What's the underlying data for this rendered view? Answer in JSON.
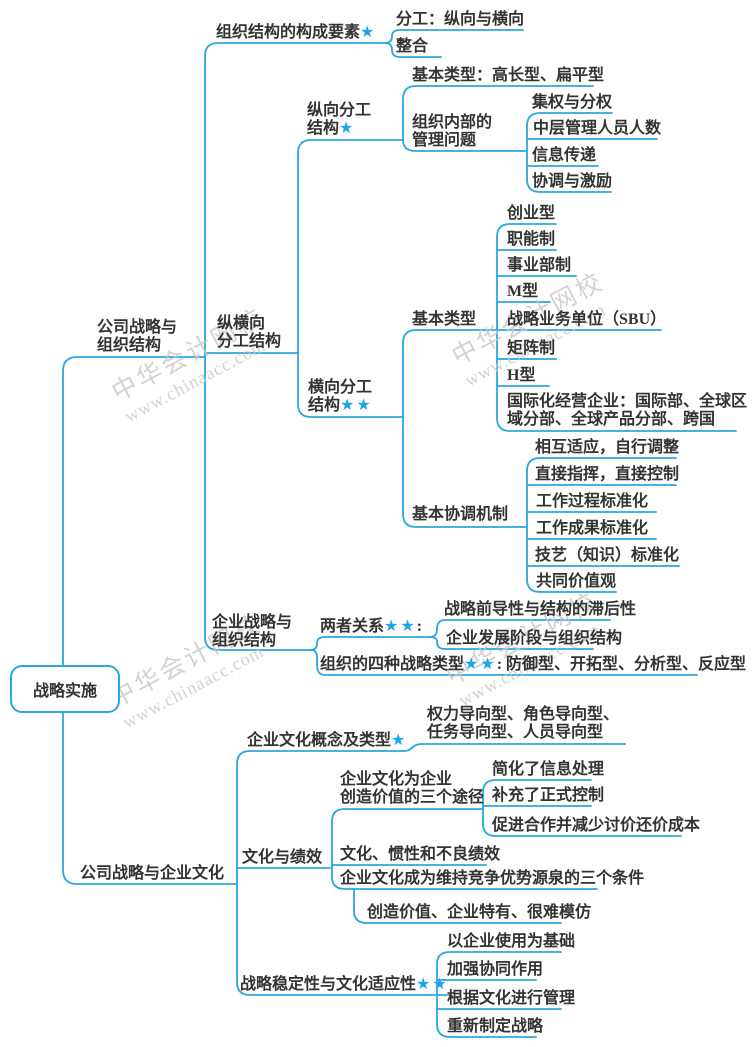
{
  "colors": {
    "line": "#2aa7e0",
    "star": "#1ba6e8",
    "text": "#333333",
    "watermark": "#c7c7c7"
  },
  "watermark": {
    "line1": "中华会计网校",
    "line2": "www.chinaacc.com"
  },
  "root": {
    "label": "战略实施"
  },
  "nodes": {
    "gongsi_zuzhi": {
      "line1": "公司战略与",
      "line2": "组织结构"
    },
    "goucheng": {
      "text": "组织结构的构成要素",
      "stars": "★"
    },
    "fengong": {
      "text": "分工：纵向与横向"
    },
    "zhenghe": {
      "text": "整合"
    },
    "zongheng": {
      "line1": "纵横向",
      "line2": "分工结构"
    },
    "zongxiang": {
      "line1": "纵向分工",
      "line2": "结构",
      "stars": "★"
    },
    "jblx_gaochang": {
      "text": "基本类型：高长型、扁平型"
    },
    "neibu": {
      "line1": "组织内部的",
      "line2": "管理问题"
    },
    "jiquan": {
      "text": "集权与分权"
    },
    "zhongceng": {
      "text": "中层管理人员人数"
    },
    "xinxi": {
      "text": "信息传递"
    },
    "xietiao": {
      "text": "协调与激励"
    },
    "hengxiang": {
      "line1": "横向分工",
      "line2": "结构",
      "stars": "★★"
    },
    "jiben_leixing": {
      "text": "基本类型"
    },
    "chuangye": {
      "text": "创业型"
    },
    "zhineng": {
      "text": "职能制"
    },
    "shiye": {
      "text": "事业部制"
    },
    "mxing": {
      "text": "M型"
    },
    "sbu": {
      "text": "战略业务单位（SBU）"
    },
    "juzhen": {
      "text": "矩阵制"
    },
    "hxing": {
      "text": "H型"
    },
    "guojihua": {
      "line1": "国际化经营企业：国际部、全球区",
      "line2": "域分部、全球产品分部、跨国"
    },
    "xietiao_jizhi": {
      "text": "基本协调机制"
    },
    "xianghu": {
      "text": "相互适应，自行调整"
    },
    "zhijie": {
      "text": "直接指挥，直接控制"
    },
    "guocheng": {
      "text": "工作过程标准化"
    },
    "chengguo": {
      "text": "工作成果标准化"
    },
    "jiyi": {
      "text": "技艺（知识）标准化"
    },
    "gongtong": {
      "text": "共同价值观"
    },
    "qiye_zuzhi": {
      "line1": "企业战略与",
      "line2": "组织结构"
    },
    "liangzhe": {
      "text": "两者关系",
      "stars": "★★",
      "tail": ":"
    },
    "qiandao": {
      "text": "战略前导性与结构的滞后性"
    },
    "fazhan": {
      "text": "企业发展阶段与组织结构"
    },
    "sizhong": {
      "text": "组织的四种战略类型",
      "stars": "★★",
      "tail": ": 防御型、开拓型、分析型、反应型"
    },
    "gongsi_wenhua": {
      "text": "公司战略与企业文化"
    },
    "wenhua_gainian": {
      "text": "企业文化概念及类型",
      "stars": "★"
    },
    "daoxiang": {
      "line1": "权力导向型、角色导向型、",
      "line2": "任务导向型、人员导向型"
    },
    "wenhua_jixiao": {
      "text": "文化与绩效"
    },
    "chuangzao_tujing": {
      "line1": "企业文化为企业",
      "line2": "创造价值的三个途径"
    },
    "jianhua": {
      "text": "简化了信息处理"
    },
    "buchong": {
      "text": "补充了正式控制"
    },
    "cujin": {
      "text": "促进合作并减少讨价还价成本"
    },
    "guanxing": {
      "text": "文化、惯性和不良绩效"
    },
    "sange_tiaojian": {
      "text": "企业文化成为维持竞争优势源泉的三个条件"
    },
    "chuangzao_jiazhi": {
      "text": "创造价值、企业特有、很难模仿"
    },
    "wending": {
      "text": "战略稳定性与文化适应性",
      "stars": "★★"
    },
    "yiqiye": {
      "text": "以企业使用为基础"
    },
    "jiaqiang": {
      "text": "加强协同作用"
    },
    "genju": {
      "text": "根据文化进行管理"
    },
    "chongxin": {
      "text": "重新制定战略"
    }
  }
}
